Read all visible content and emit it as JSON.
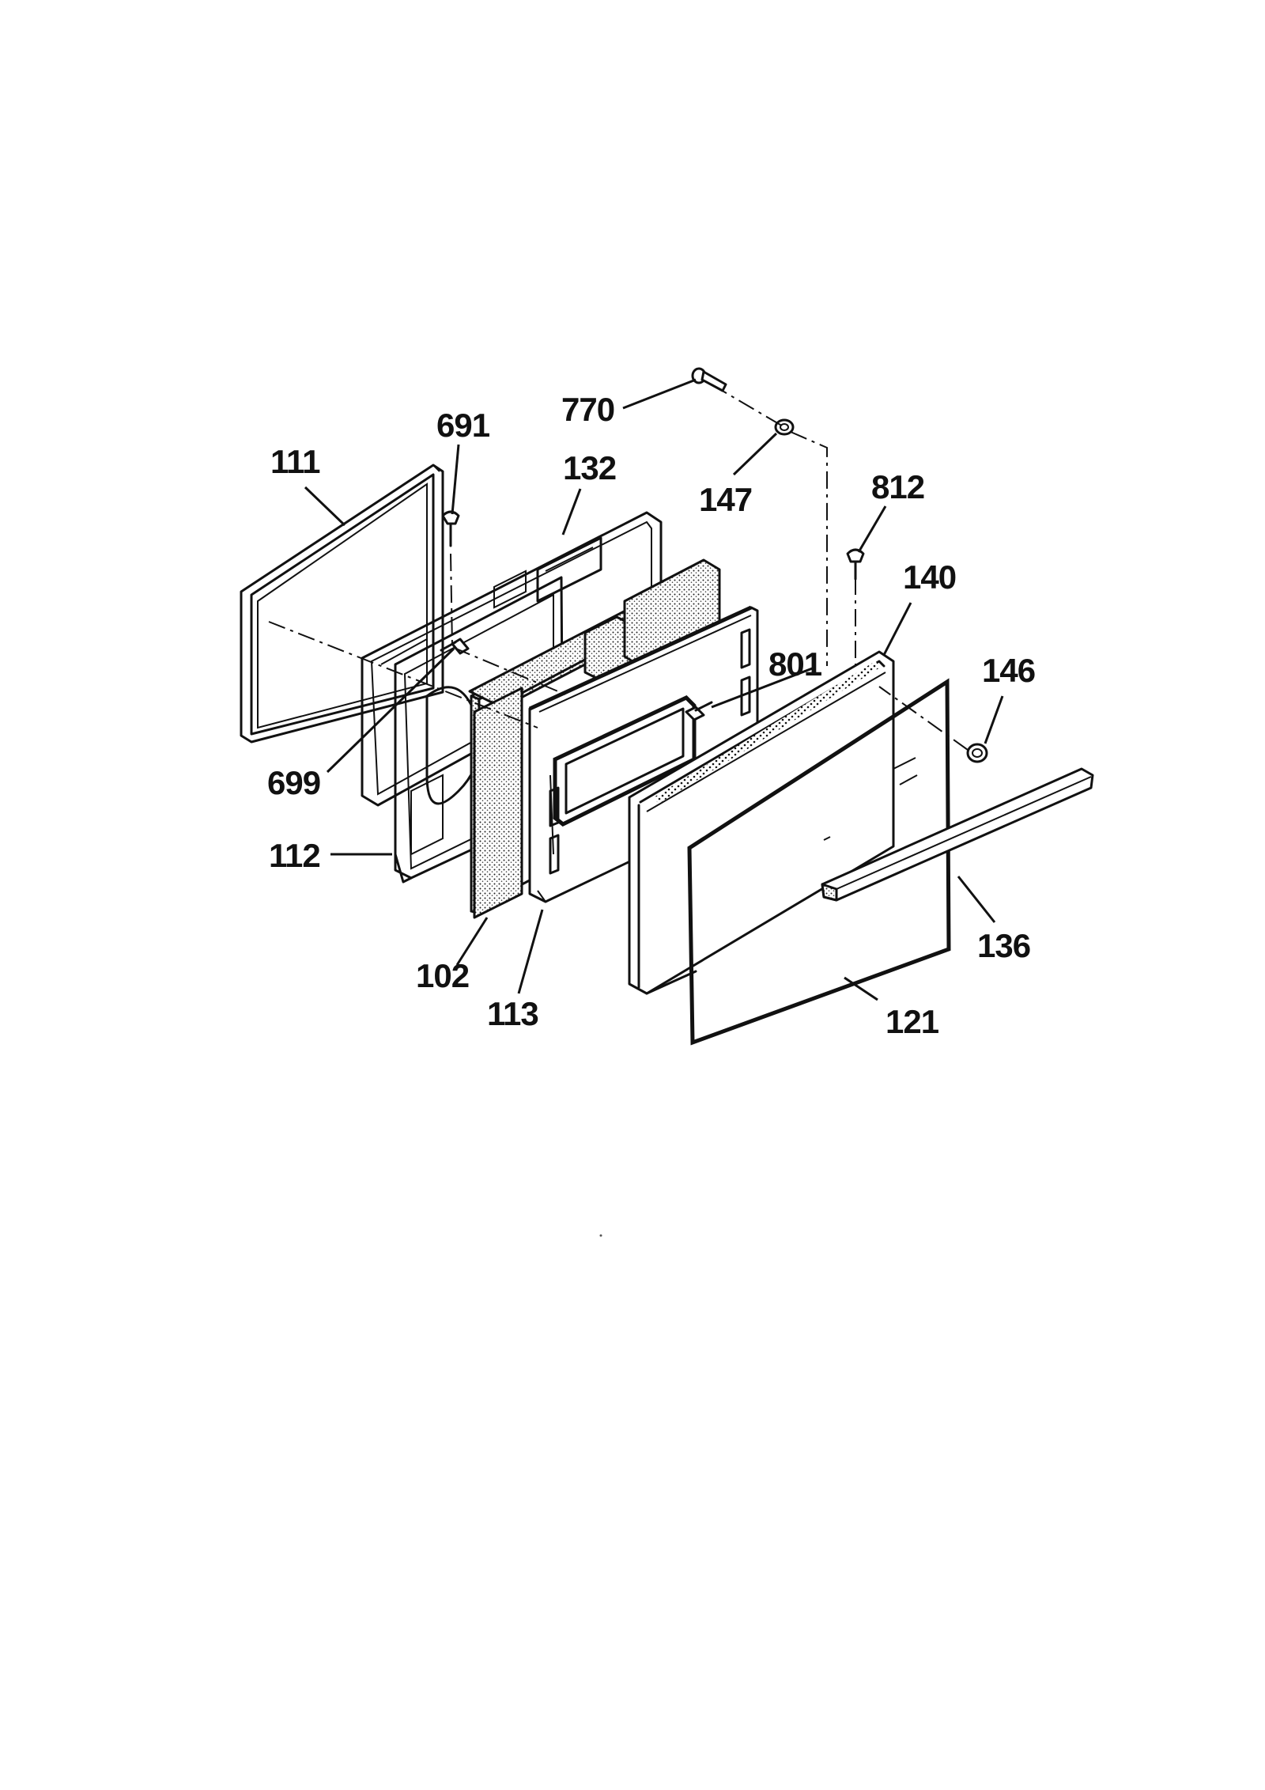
{
  "labels": {
    "p111": "111",
    "p691": "691",
    "p132": "132",
    "p770": "770",
    "p147": "147",
    "p812": "812",
    "p140": "140",
    "p801": "801",
    "p146": "146",
    "p699": "699",
    "p112": "112",
    "p102": "102",
    "p113": "113",
    "p136": "136",
    "p121": "121"
  }
}
